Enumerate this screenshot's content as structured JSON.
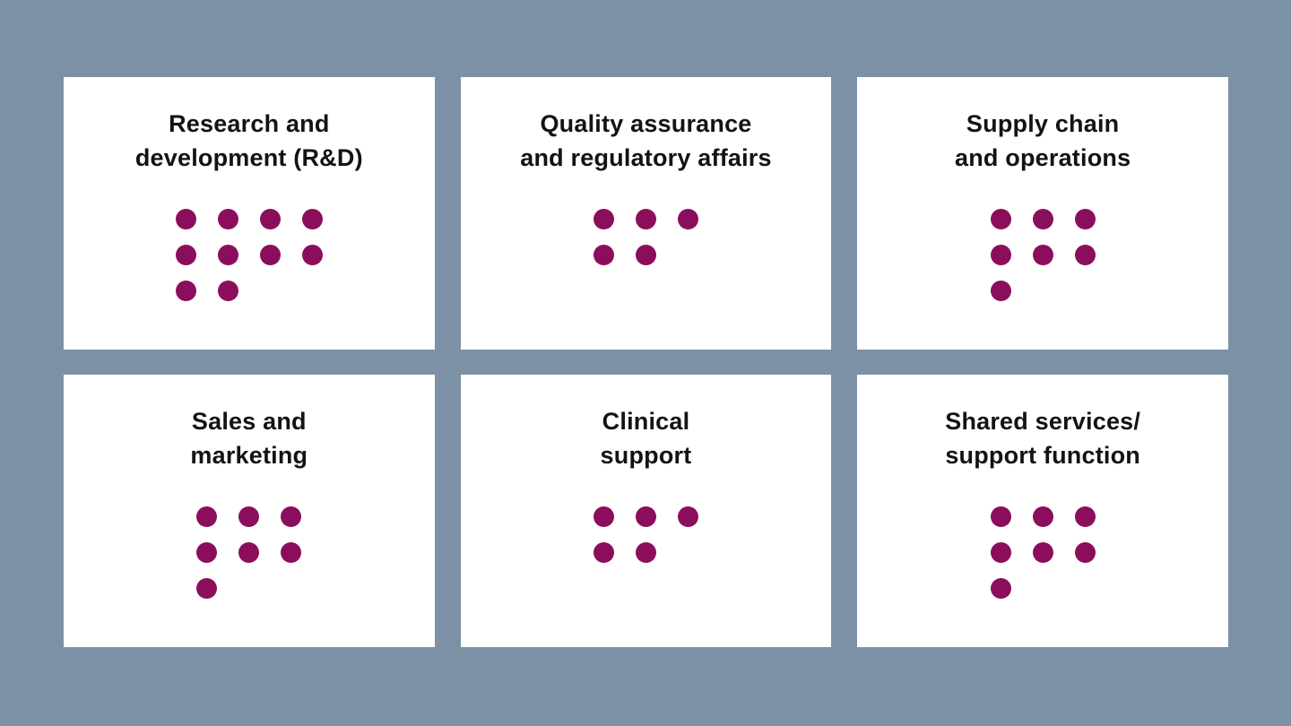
{
  "page": {
    "background_color": "#7D91A6",
    "card_background": "#FFFFFF",
    "title_color": "#131313",
    "dot_color": "#8B0E5C"
  },
  "cards": [
    {
      "title": "Research and\ndevelopment (R&D)",
      "dot_rows": [
        4,
        4,
        2
      ],
      "dot_count": 10
    },
    {
      "title": "Quality assurance\nand regulatory affairs",
      "dot_rows": [
        3,
        2
      ],
      "dot_count": 5
    },
    {
      "title": "Supply chain\nand operations",
      "dot_rows": [
        3,
        3,
        1
      ],
      "dot_count": 7
    },
    {
      "title": "Sales and\nmarketing",
      "dot_rows": [
        3,
        3,
        1
      ],
      "dot_count": 7
    },
    {
      "title": "Clinical\nsupport",
      "dot_rows": [
        3,
        2
      ],
      "dot_count": 5
    },
    {
      "title": "Shared services/\nsupport function",
      "dot_rows": [
        3,
        3,
        1
      ],
      "dot_count": 7
    }
  ],
  "chart_data": {
    "type": "pictograph",
    "note": "unit chart: each dot represents one unit; rows wrap left-aligned, max 4 per row in first card, 3 per row in others",
    "categories": [
      "Research and development (R&D)",
      "Quality assurance and regulatory affairs",
      "Supply chain and operations",
      "Sales and marketing",
      "Clinical support",
      "Shared services/ support function"
    ],
    "values": [
      10,
      5,
      7,
      7,
      5,
      7
    ],
    "dot_rows_per_category": [
      [
        4,
        4,
        2
      ],
      [
        3,
        2
      ],
      [
        3,
        3,
        1
      ],
      [
        3,
        3,
        1
      ],
      [
        3,
        2
      ],
      [
        3,
        3,
        1
      ]
    ],
    "dot_color": "#8B0E5C",
    "layout": "2 rows x 3 columns of white cards on slate-blue background",
    "title": "",
    "legend": "none",
    "grid": "off"
  }
}
